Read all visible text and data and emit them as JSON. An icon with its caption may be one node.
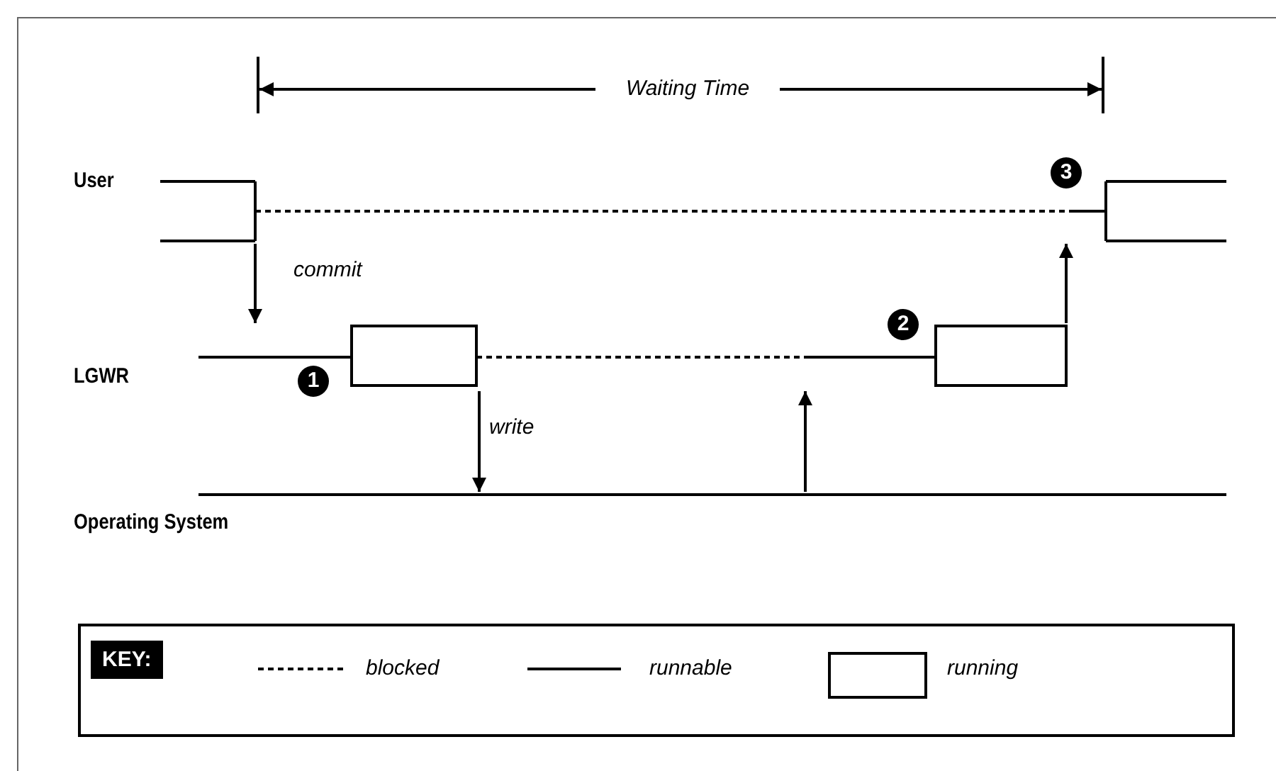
{
  "diagram": {
    "nodes": [
      {
        "text": [
          "User"
        ]
      },
      {
        "text": [
          "LGWR"
        ]
      },
      {
        "text": [
          "Operating System"
        ]
      }
    ],
    "edges": [
      {
        "from": 0,
        "to": 1,
        "arrow": "to",
        "label": "commit"
      },
      {
        "from": 1,
        "to": 2,
        "arrow": "to",
        "label": "write"
      },
      {
        "from": 2,
        "to": 1,
        "arrow": "to"
      },
      {
        "from": 1,
        "to": 0,
        "arrow": "to"
      }
    ],
    "labels": [
      "Waiting Time",
      "3",
      "2",
      "1",
      "KEY:"
    ],
    "legend": [
      {
        "text": "blocked"
      },
      {
        "text": "runnable"
      },
      {
        "text": "running"
      }
    ]
  }
}
